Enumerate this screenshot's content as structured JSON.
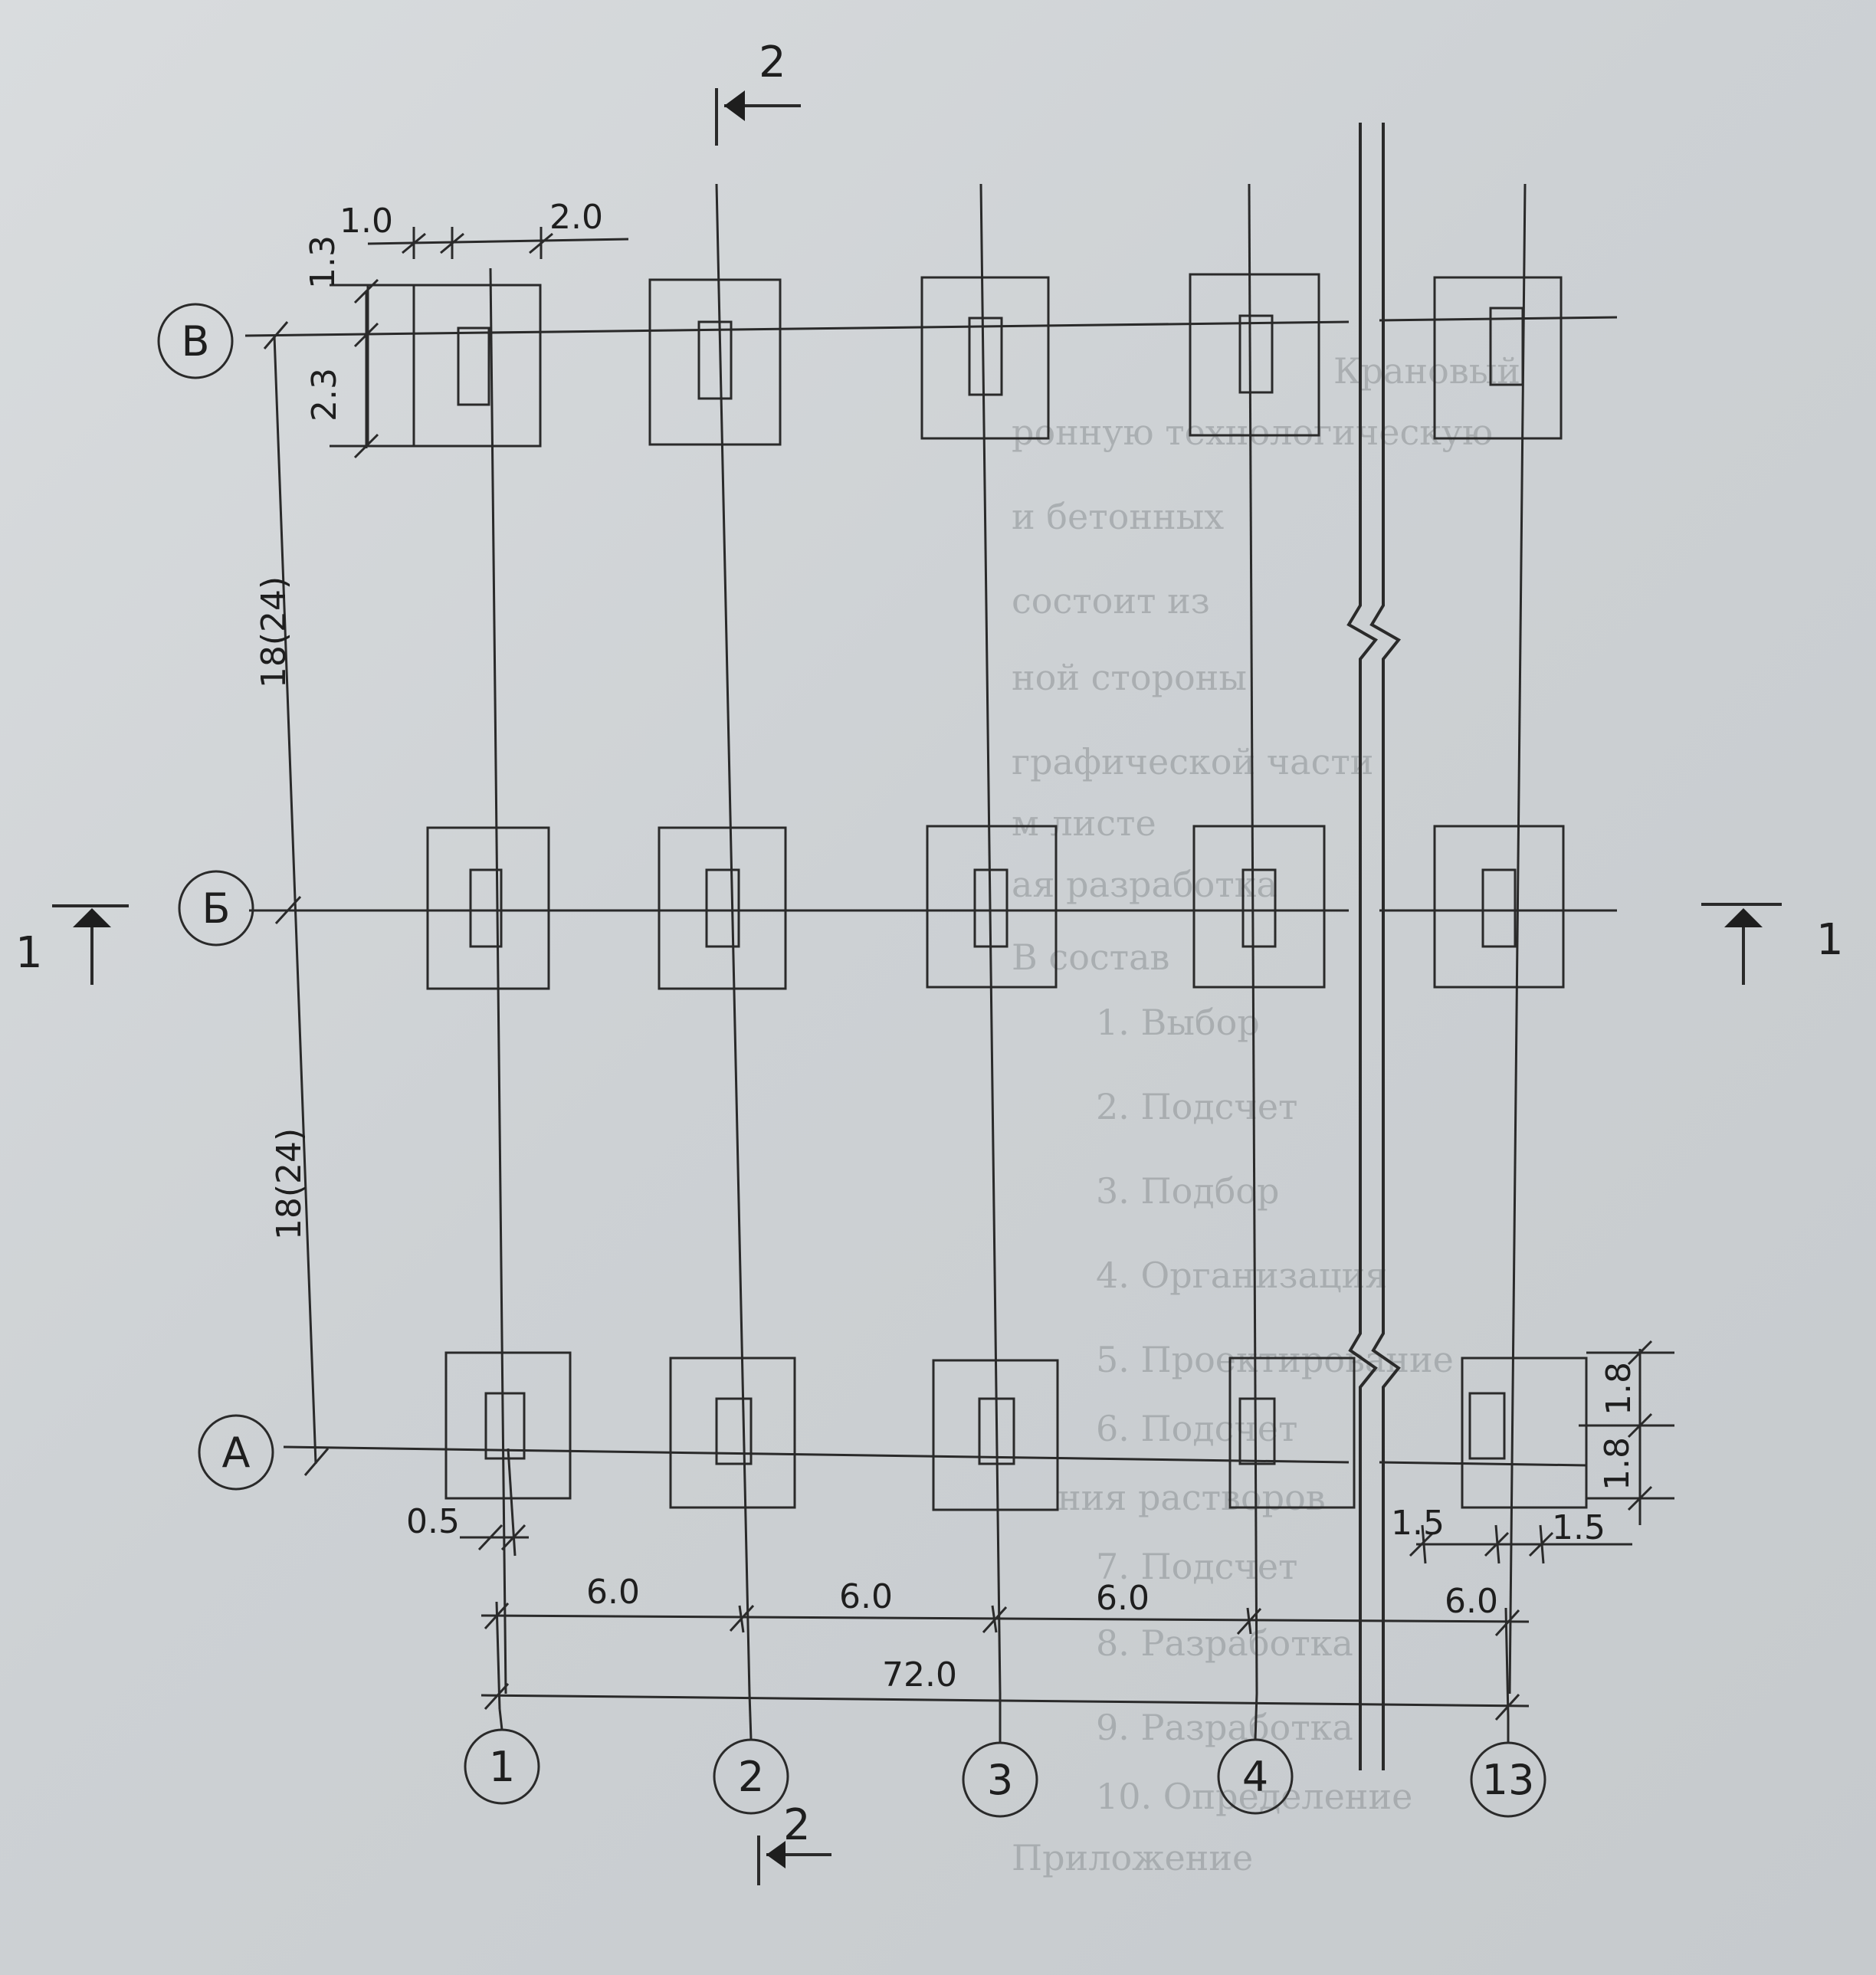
{
  "axes_columns": [
    "1",
    "2",
    "3",
    "4",
    "13"
  ],
  "axes_rows": [
    "В",
    "Б",
    "А"
  ],
  "dims": {
    "col_spacing": "6.0",
    "total_length": "72.0",
    "row_spacing": "18(24)",
    "found_w1": "1.0",
    "found_w2": "2.0",
    "found_h1": "1.3",
    "found_h2": "2.3",
    "offset": "0.5",
    "found_right_w": "1.5",
    "found_right_h": "1.8"
  },
  "section_marks": {
    "sec1": "1",
    "sec2": "2"
  },
  "background_text": [
    "Крановый",
    "ронную технологическую",
    "и бетонных",
    "состоит из",
    "ной стороны",
    "графической части",
    "м листе",
    "ая разработка",
    "В состав",
    "1. Выбор",
    "2. Подсчет",
    "3. Подбор",
    "4. Организация",
    "5. Проектирование",
    "6. Подсчет",
    "ния растворов",
    "7. Подсчет",
    "8. Разработка",
    "9. Разработка",
    "10. Определение",
    "Приложение"
  ]
}
